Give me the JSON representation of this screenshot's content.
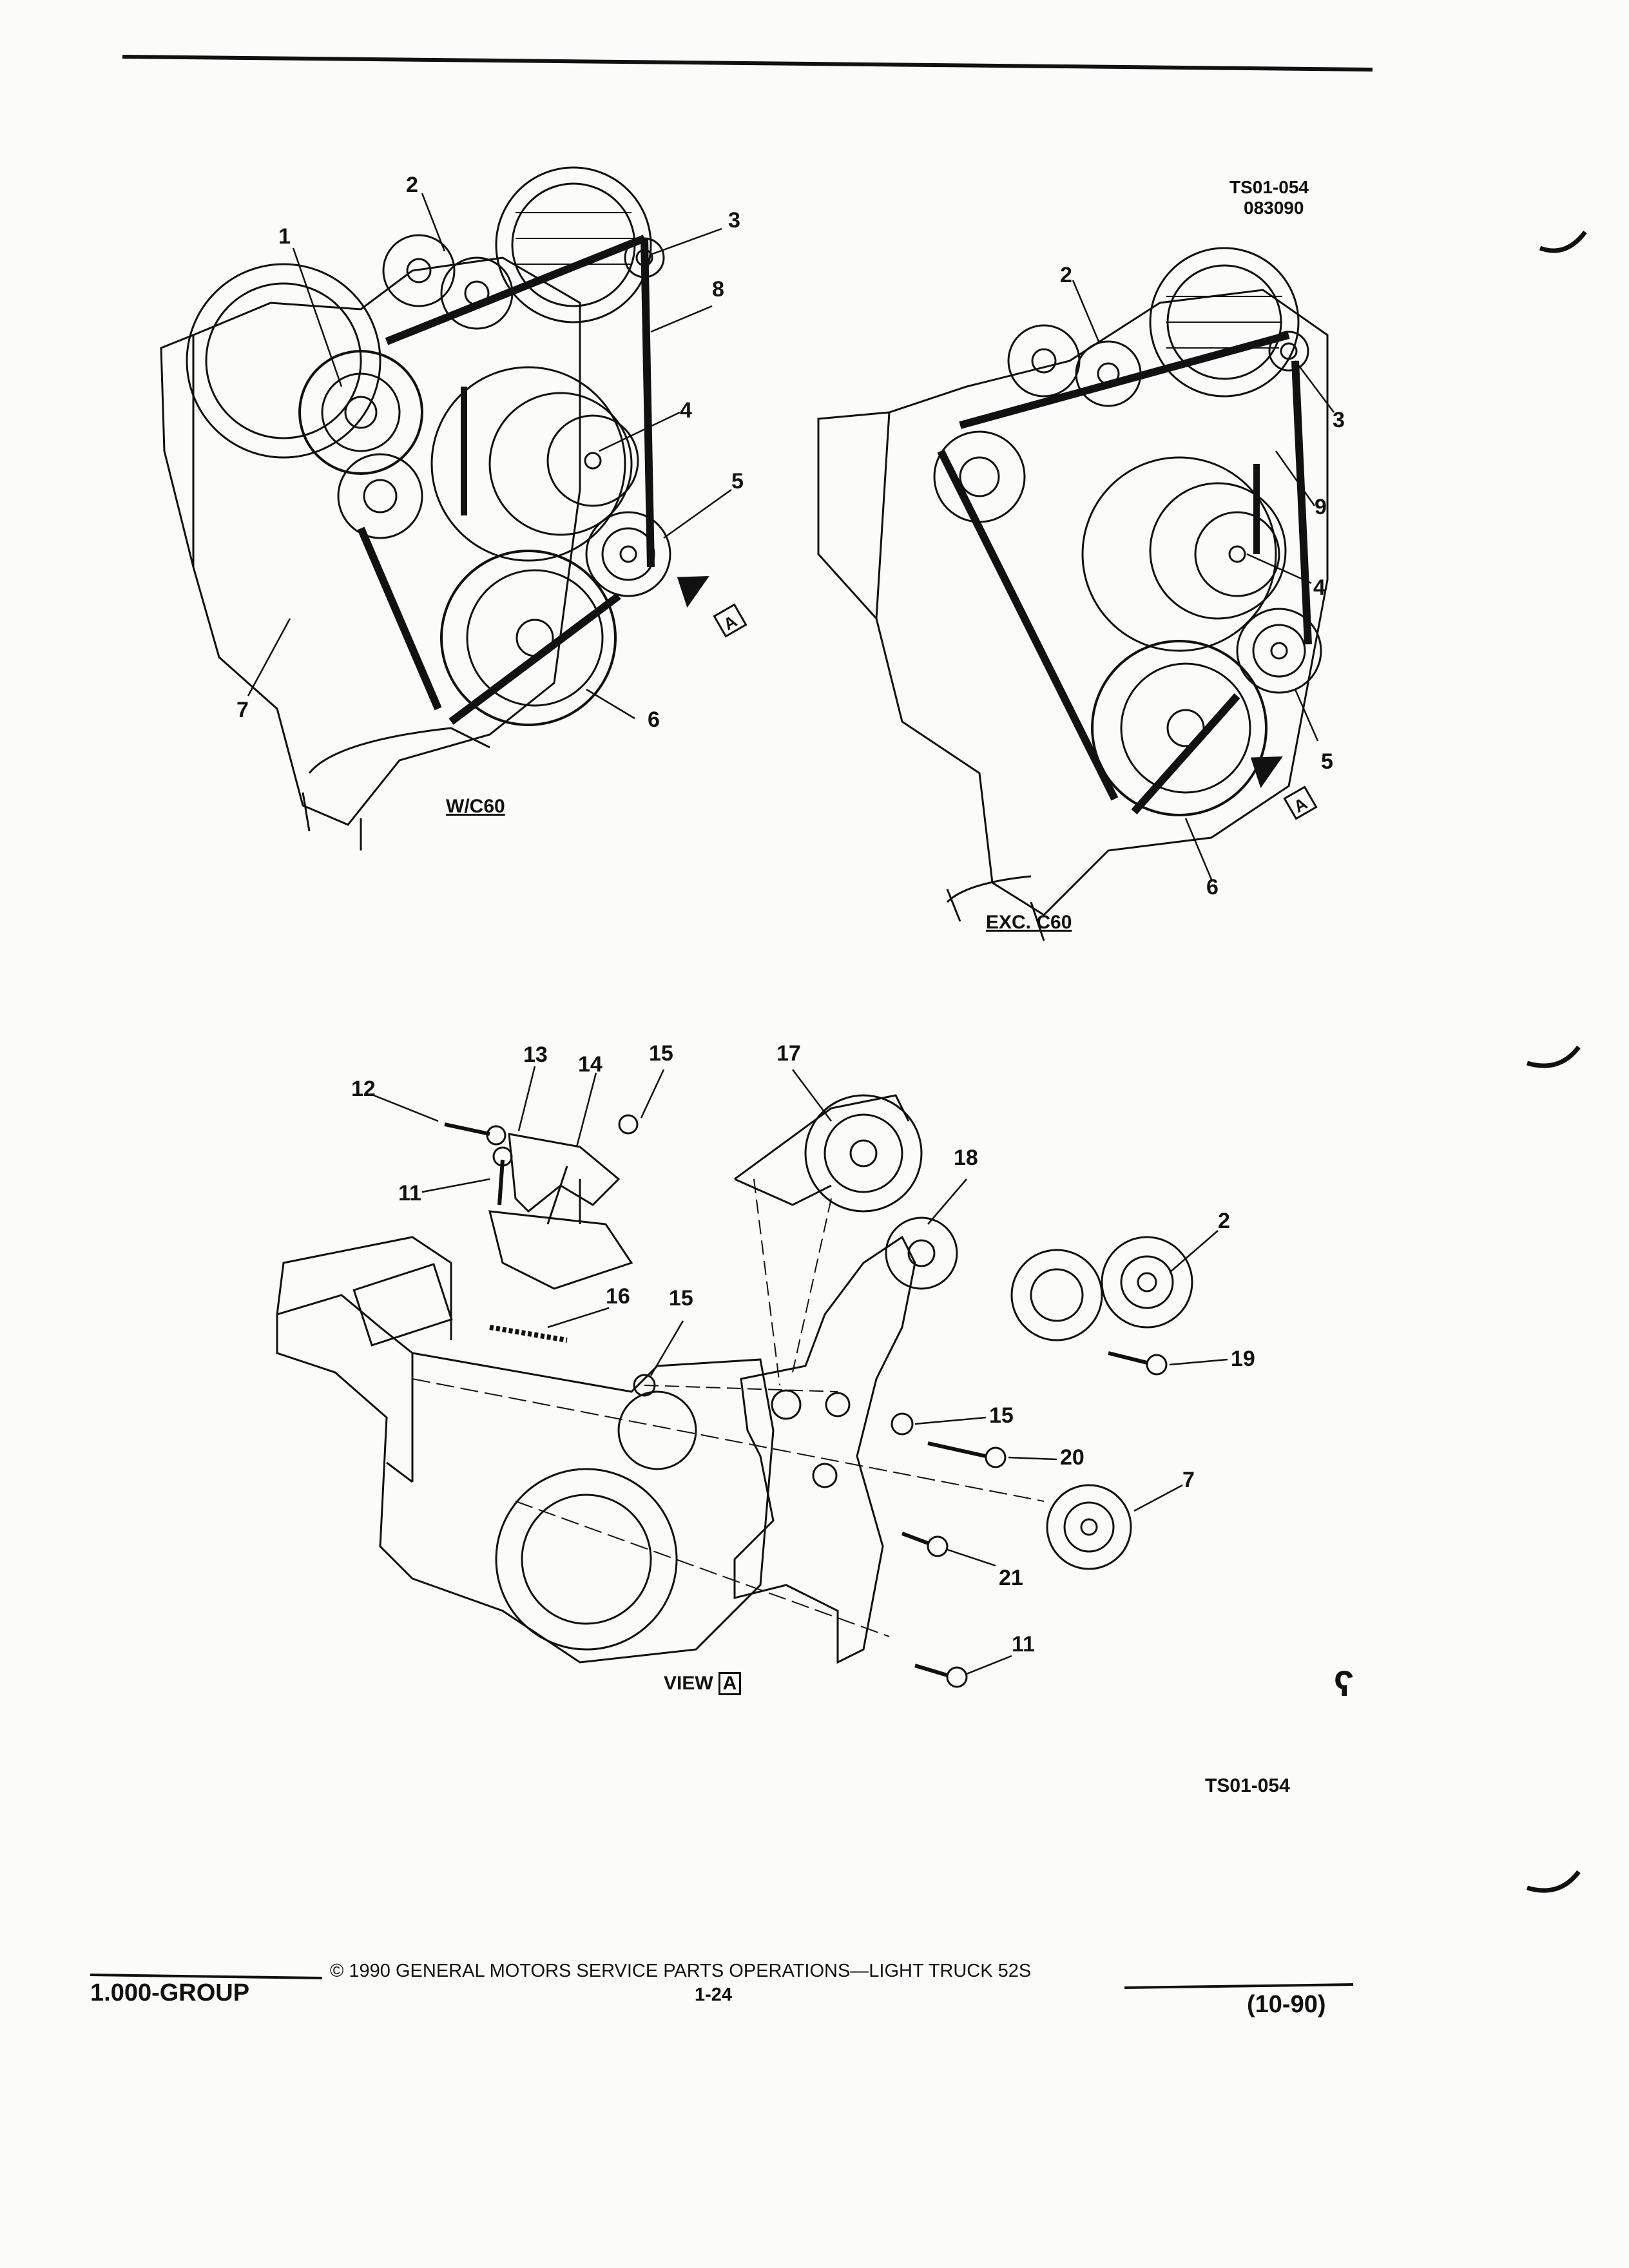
{
  "header": {
    "figure_code": "TS01-054",
    "date_code": "083090"
  },
  "top_left_view": {
    "caption": "W/C60",
    "callouts": [
      "1",
      "2",
      "3",
      "4",
      "5",
      "6",
      "7",
      "8"
    ],
    "view_marker": "A"
  },
  "top_right_view": {
    "caption": "EXC. C60",
    "callouts": [
      "2",
      "3",
      "4",
      "5",
      "6",
      "9"
    ],
    "view_marker": "A"
  },
  "exploded_view": {
    "caption_prefix": "VIEW",
    "caption_box": "A",
    "callouts": [
      "2",
      "7",
      "11",
      "11",
      "12",
      "13",
      "14",
      "15",
      "15",
      "15",
      "16",
      "17",
      "18",
      "19",
      "20",
      "21"
    ],
    "marginal_mark": "ʕ"
  },
  "figure_code_bottom": "TS01-054",
  "footer": {
    "group": "1.000-GROUP",
    "copyright": "© 1990 GENERAL MOTORS SERVICE PARTS OPERATIONS—LIGHT TRUCK 52S",
    "page": "1-24",
    "revision": "(10-90)"
  }
}
